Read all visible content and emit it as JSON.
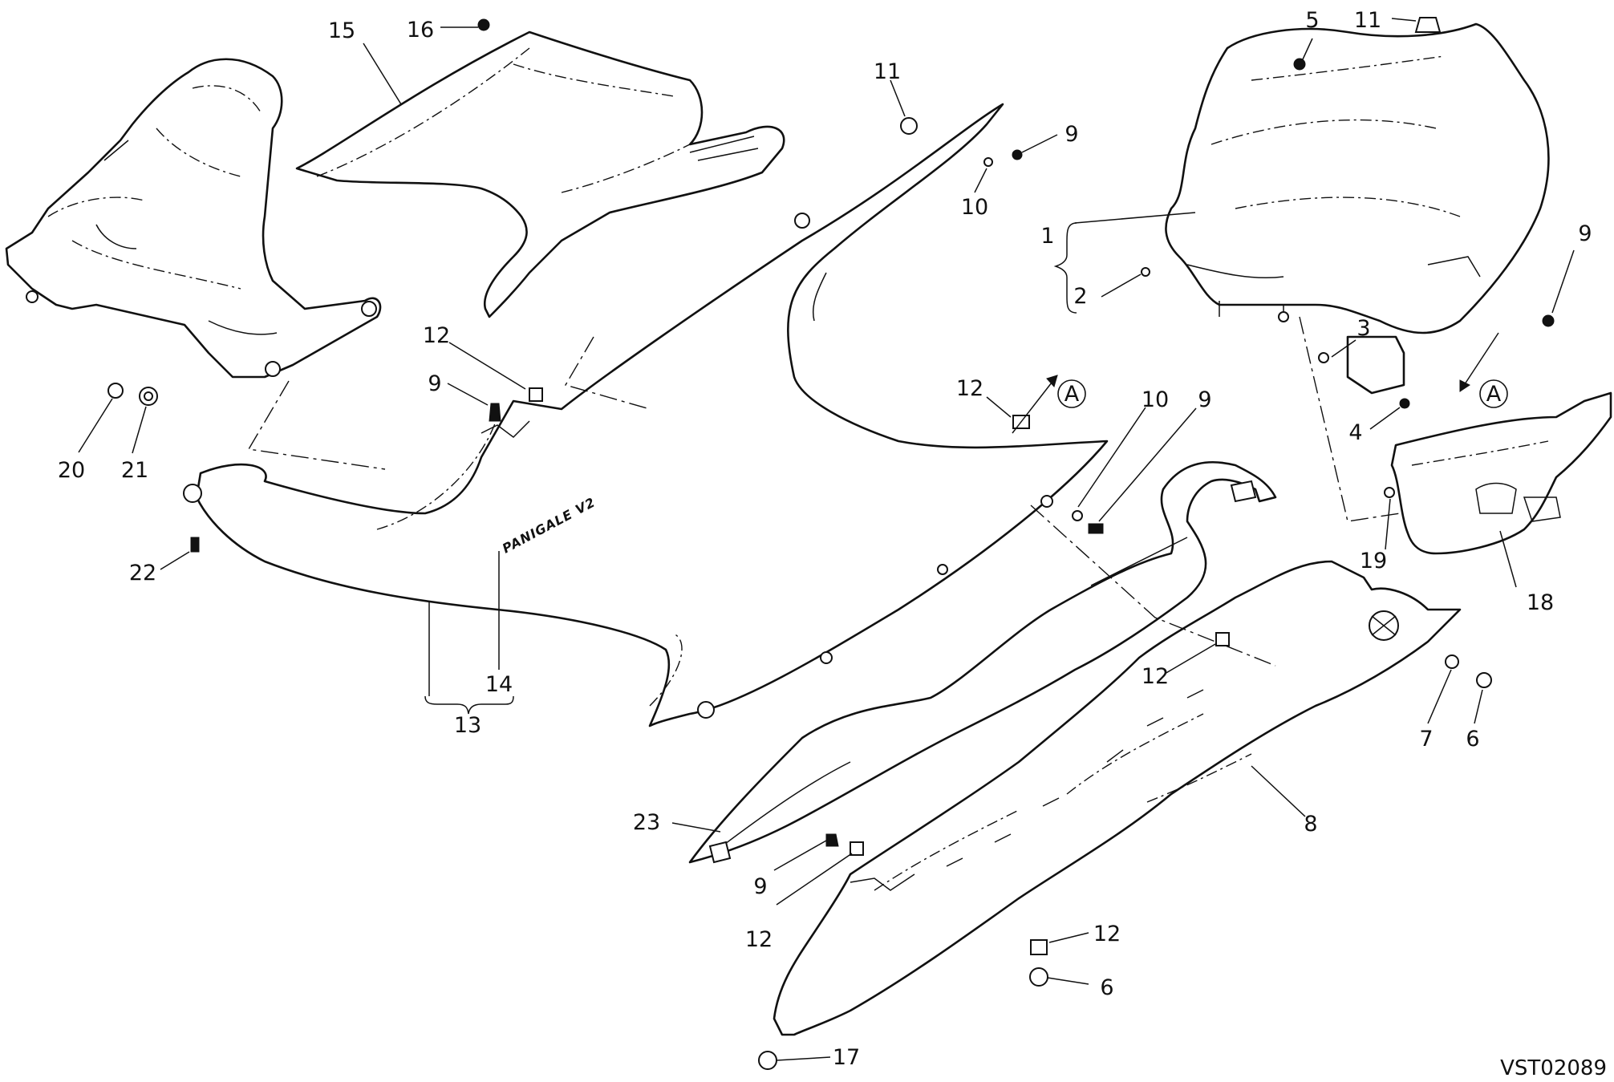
{
  "drawing_code": "VST02089",
  "logo_text": "PANIGALE V2",
  "reference_mark": "A",
  "callouts": [
    {
      "id": "c15",
      "label": "15"
    },
    {
      "id": "c16",
      "label": "16"
    },
    {
      "id": "c11a",
      "label": "11"
    },
    {
      "id": "c9a",
      "label": "9"
    },
    {
      "id": "c10a",
      "label": "10"
    },
    {
      "id": "c5",
      "label": "5"
    },
    {
      "id": "c11b",
      "label": "11"
    },
    {
      "id": "c1",
      "label": "1"
    },
    {
      "id": "c2",
      "label": "2"
    },
    {
      "id": "c9b",
      "label": "9"
    },
    {
      "id": "c3",
      "label": "3"
    },
    {
      "id": "c4",
      "label": "4"
    },
    {
      "id": "c12a",
      "label": "12"
    },
    {
      "id": "c9c",
      "label": "9"
    },
    {
      "id": "c20",
      "label": "20"
    },
    {
      "id": "c21",
      "label": "21"
    },
    {
      "id": "c22",
      "label": "22"
    },
    {
      "id": "c14",
      "label": "14"
    },
    {
      "id": "c13",
      "label": "13"
    },
    {
      "id": "c12b",
      "label": "12"
    },
    {
      "id": "c10b",
      "label": "10"
    },
    {
      "id": "c9d",
      "label": "9"
    },
    {
      "id": "c19",
      "label": "19"
    },
    {
      "id": "c18",
      "label": "18"
    },
    {
      "id": "c12c",
      "label": "12"
    },
    {
      "id": "c7",
      "label": "7"
    },
    {
      "id": "c6a",
      "label": "6"
    },
    {
      "id": "c8",
      "label": "8"
    },
    {
      "id": "c23",
      "label": "23"
    },
    {
      "id": "c9e",
      "label": "9"
    },
    {
      "id": "c12d",
      "label": "12"
    },
    {
      "id": "c12e",
      "label": "12"
    },
    {
      "id": "c6b",
      "label": "6"
    },
    {
      "id": "c17",
      "label": "17"
    }
  ]
}
